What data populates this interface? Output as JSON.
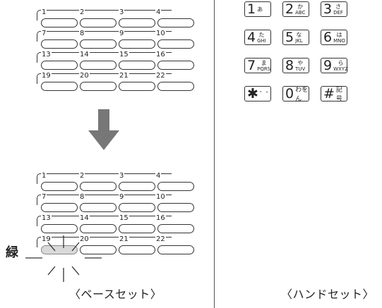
{
  "base_unit": {
    "rows": [
      [
        "1",
        "2",
        "3",
        "4"
      ],
      [
        "7",
        "8",
        "9",
        "10"
      ],
      [
        "13",
        "14",
        "15",
        "16"
      ],
      [
        "19",
        "20",
        "21",
        "22"
      ]
    ],
    "indicator_label": "緑",
    "caption": "〈ベースセット〉"
  },
  "handset": {
    "keys": [
      [
        {
          "digit": "1",
          "kana": "あ",
          "alpha": ""
        },
        {
          "digit": "2",
          "kana": "か",
          "alpha": "ABC"
        },
        {
          "digit": "3",
          "kana": "さ",
          "alpha": "DEF"
        }
      ],
      [
        {
          "digit": "4",
          "kana": "た",
          "alpha": "GHI"
        },
        {
          "digit": "5",
          "kana": "な",
          "alpha": "JKL"
        },
        {
          "digit": "6",
          "kana": "は",
          "alpha": "MNO"
        }
      ],
      [
        {
          "digit": "7",
          "kana": "ま",
          "alpha": "PQRS"
        },
        {
          "digit": "8",
          "kana": "や",
          "alpha": "TUV"
        },
        {
          "digit": "9",
          "kana": "ら",
          "alpha": "WXYZ"
        }
      ],
      [
        {
          "digit": "✱",
          "kana": "",
          "alpha": "",
          "small": "゛゜"
        },
        {
          "digit": "0",
          "kana": "",
          "alpha": "",
          "small": "わをん"
        },
        {
          "digit": "#",
          "kana": "",
          "alpha": "",
          "small": "記号"
        }
      ]
    ],
    "caption": "〈ハンドセット〉"
  },
  "colors": {
    "arrow": "#777777",
    "line": "#333333",
    "highlight": "#d9d9d9"
  },
  "icons": {
    "arrow": "down-arrow-icon",
    "flash": "flash-burst-icon"
  }
}
